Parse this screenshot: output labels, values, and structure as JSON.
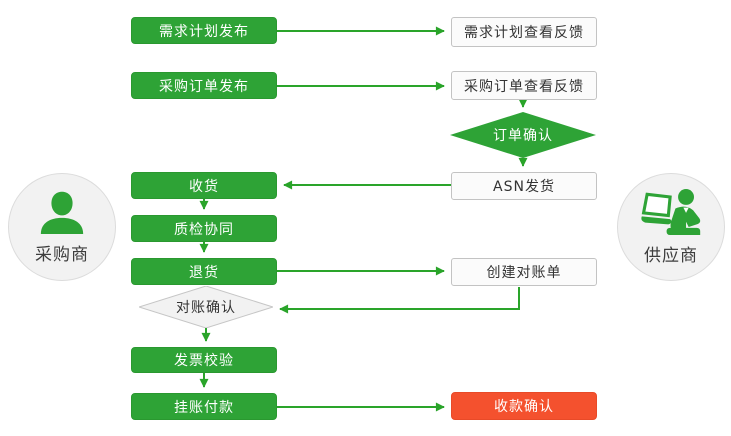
{
  "diagram": {
    "type": "flowchart",
    "description": "Procurement collaboration process between buyer and supplier"
  },
  "actors": {
    "buyer": {
      "label": "采购商"
    },
    "supplier": {
      "label": "供应商"
    }
  },
  "nodes": {
    "demand_plan_publish": {
      "label": "需求计划发布",
      "shape": "rect",
      "color": "green",
      "actor": "buyer"
    },
    "demand_plan_feedback": {
      "label": "需求计划查看反馈",
      "shape": "rect",
      "color": "white",
      "actor": "supplier"
    },
    "po_publish": {
      "label": "采购订单发布",
      "shape": "rect",
      "color": "green",
      "actor": "buyer"
    },
    "po_feedback": {
      "label": "采购订单查看反馈",
      "shape": "rect",
      "color": "white",
      "actor": "supplier"
    },
    "order_confirm": {
      "label": "订单确认",
      "shape": "diamond",
      "color": "green",
      "actor": "supplier"
    },
    "asn_ship": {
      "label": "ASN发货",
      "shape": "rect",
      "color": "white",
      "actor": "supplier"
    },
    "receive": {
      "label": "收货",
      "shape": "rect",
      "color": "green",
      "actor": "buyer"
    },
    "quality_check": {
      "label": "质检协同",
      "shape": "rect",
      "color": "green",
      "actor": "buyer"
    },
    "return_goods": {
      "label": "退货",
      "shape": "rect",
      "color": "green",
      "actor": "buyer"
    },
    "statement_create": {
      "label": "创建对账单",
      "shape": "rect",
      "color": "white",
      "actor": "supplier"
    },
    "statement_confirm": {
      "label": "对账确认",
      "shape": "diamond",
      "color": "gray",
      "actor": "buyer"
    },
    "invoice_verify": {
      "label": "发票校验",
      "shape": "rect",
      "color": "green",
      "actor": "buyer"
    },
    "payment": {
      "label": "挂账付款",
      "shape": "rect",
      "color": "green",
      "actor": "buyer"
    },
    "receipt_confirm": {
      "label": "收款确认",
      "shape": "rect",
      "color": "red",
      "actor": "supplier"
    }
  },
  "edges": [
    {
      "from": "demand_plan_publish",
      "to": "demand_plan_feedback"
    },
    {
      "from": "po_publish",
      "to": "po_feedback"
    },
    {
      "from": "po_feedback",
      "to": "order_confirm"
    },
    {
      "from": "order_confirm",
      "to": "asn_ship"
    },
    {
      "from": "asn_ship",
      "to": "receive"
    },
    {
      "from": "receive",
      "to": "quality_check"
    },
    {
      "from": "quality_check",
      "to": "return_goods"
    },
    {
      "from": "return_goods",
      "to": "statement_create"
    },
    {
      "from": "statement_create",
      "to": "statement_confirm"
    },
    {
      "from": "statement_confirm",
      "to": "invoice_verify"
    },
    {
      "from": "invoice_verify",
      "to": "payment"
    },
    {
      "from": "payment",
      "to": "receipt_confirm"
    }
  ],
  "colors": {
    "green_node": "#2EA336",
    "red_node": "#F4512E",
    "line_green": "#2AA42A",
    "white_node_fill": "#fbfbfb",
    "white_node_border": "#c3c3c3",
    "gray_diamond_fill": "#f2f2f2",
    "circle_fill": "#f2f2f2",
    "background": "#ffffff"
  }
}
